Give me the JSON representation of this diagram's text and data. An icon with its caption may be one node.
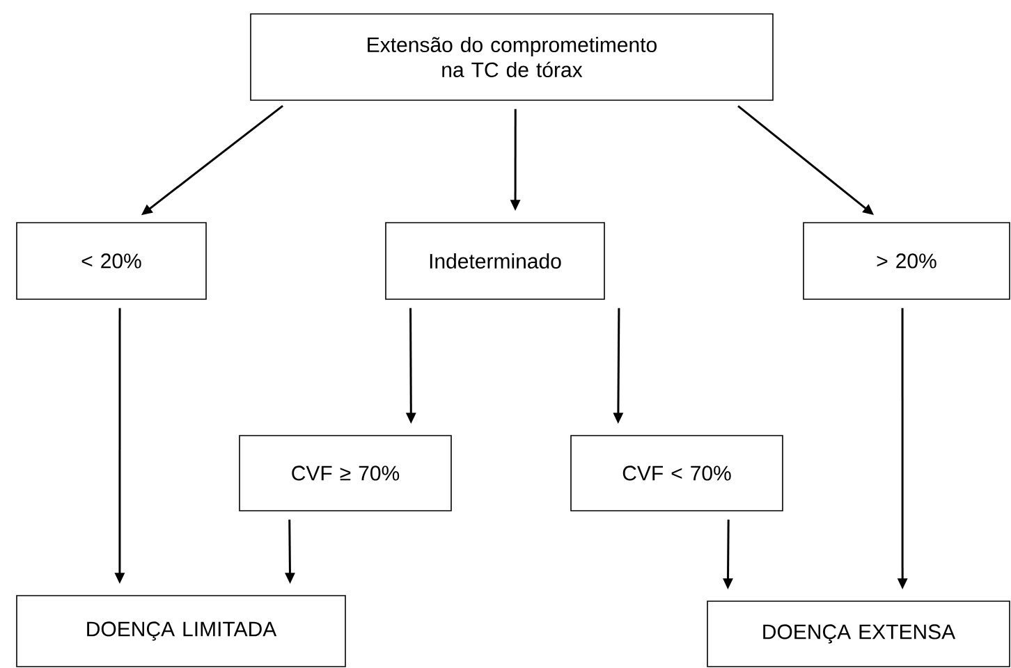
{
  "diagram": {
    "nodes": [
      {
        "text": [
          "Extensão do comprometimento na TC de tórax"
        ]
      },
      {
        "text": [
          "< 20%"
        ]
      },
      {
        "text": [
          "Indeterminado"
        ]
      },
      {
        "text": [
          "> 20%"
        ]
      },
      {
        "text": [
          "CVF ≥ 70%"
        ]
      },
      {
        "text": [
          "CVF < 70%"
        ]
      },
      {
        "text": [
          "DOENÇA LIMITADA"
        ]
      },
      {
        "text": [
          "DOENÇA EXTENSA"
        ]
      }
    ],
    "edges": [
      {
        "from": 0,
        "to": 1,
        "arrow": "to"
      },
      {
        "from": 0,
        "to": 2,
        "arrow": "to"
      },
      {
        "from": 0,
        "to": 3,
        "arrow": "to"
      },
      {
        "from": 1,
        "to": 6,
        "arrow": "to"
      },
      {
        "from": 2,
        "to": 4,
        "arrow": "to"
      },
      {
        "from": 2,
        "to": 5,
        "arrow": "to"
      },
      {
        "from": 4,
        "to": 6,
        "arrow": "to"
      },
      {
        "from": 5,
        "to": 7,
        "arrow": "to"
      },
      {
        "from": 3,
        "to": 7,
        "arrow": "to"
      }
    ]
  }
}
